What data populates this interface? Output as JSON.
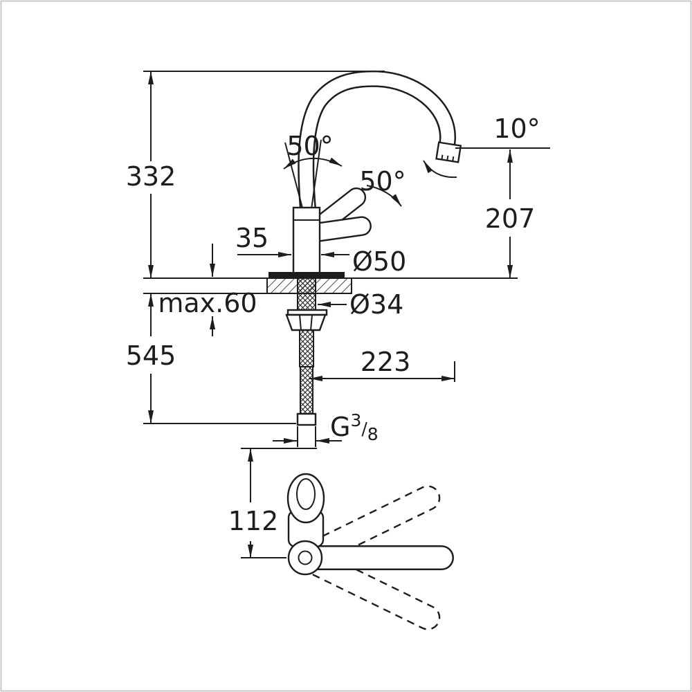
{
  "drawing": {
    "colors": {
      "line": "#1d1d1d",
      "background": "#ffffff",
      "frame": "#c9c9c9"
    },
    "labels": {
      "overall_height": "332",
      "below_deck_length": "545",
      "offset_35": "35",
      "max_deck_thickness": "max.60",
      "body_diameter": "Ø50",
      "hole_diameter": "Ø34",
      "spout_clearance": "207",
      "spout_tip_angle": "10°",
      "lever_angle_left": "50°",
      "lever_angle_right": "50°",
      "spout_reach": "223",
      "thread_letter": "G",
      "thread_numerator": "3",
      "thread_slash": "/",
      "thread_denominator": "8",
      "base_dimension": "112"
    }
  }
}
